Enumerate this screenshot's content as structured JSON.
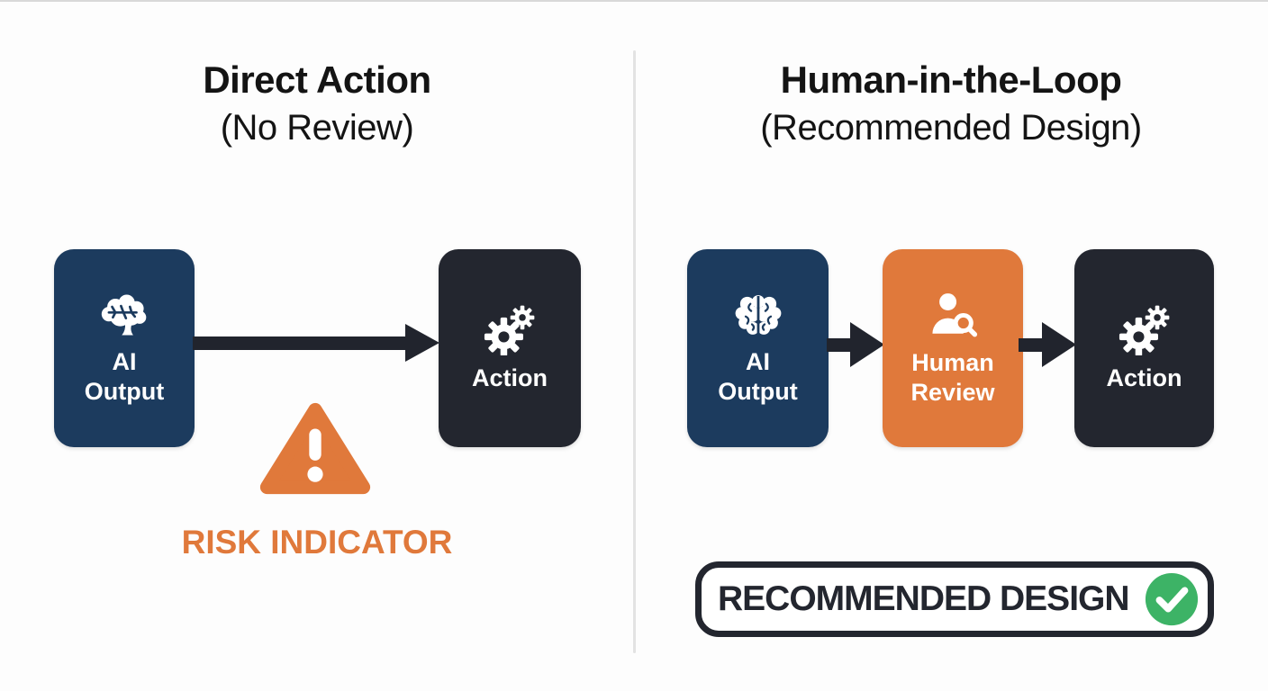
{
  "canvas": {
    "background": "#fdfdfd",
    "top_rule_color": "#d9d9d9",
    "divider_color": "#e3e3e3"
  },
  "colors": {
    "navy": "#1c3b5e",
    "orange": "#e0793b",
    "dark": "#23262f",
    "arrow": "#21242d",
    "green": "#3db366",
    "title_text": "#141414",
    "box_text": "#ffffff"
  },
  "left_panel": {
    "title": "Direct Action",
    "subtitle": "(No Review)",
    "nodes": [
      {
        "label": "AI Output",
        "icon": "brain-icon",
        "color": "#1c3b5e"
      },
      {
        "label": "Action",
        "icon": "gears-icon",
        "color": "#23262f"
      }
    ],
    "risk_indicator": {
      "label": "RISK INDICATOR",
      "icon": "warning-triangle-icon",
      "color": "#e0793b"
    }
  },
  "right_panel": {
    "title": "Human-in-the-Loop",
    "subtitle": "(Recommended Design)",
    "nodes": [
      {
        "label": "AI Output",
        "icon": "brain-icon",
        "color": "#1c3b5e"
      },
      {
        "label": "Human Review",
        "icon": "person-search-icon",
        "color": "#e0793b"
      },
      {
        "label": "Action",
        "icon": "gears-icon",
        "color": "#23262f"
      }
    ],
    "badge": {
      "label": "RECOMMENDED DESIGN",
      "icon": "check-circle-icon",
      "check_color": "#3db366"
    }
  }
}
